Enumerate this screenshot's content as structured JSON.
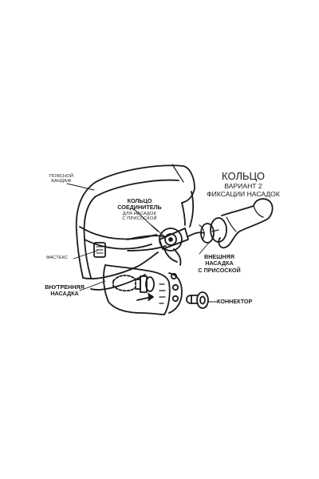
{
  "title": {
    "line1": "КОЛЬЦО",
    "line2": "ВАРИАНТ 2",
    "line3": "ФИКСАЦИИ НАСАДОК"
  },
  "labels": {
    "waist_band": [
      "ПОЯСНОЙ",
      "БАНДАЖ"
    ],
    "ring_connector": [
      "КОЛЬЦО",
      "СОЕДИНИТЕЛЬ"
    ],
    "ring_note": [
      "ДЛЯ НАСАДОК",
      "С ПРИСОСКОЙ"
    ],
    "fastex": "ФАСТЕКС",
    "inner_attachment": [
      "ВНУТРЕННЯЯ",
      "НАСАДКА"
    ],
    "outer_attachment": [
      "ВНЕШНЯЯ",
      "НАСАДКА",
      "С ПРИСОСКОЙ"
    ],
    "connector": "КОННЕКТОР"
  },
  "colors": {
    "stroke": "#1a1a1a",
    "fill": "#ffffff"
  },
  "icons": [
    "harness-drawing",
    "ring-connector-icon",
    "dildo-icon",
    "suction-cup-icon",
    "connector-plug-icon",
    "inner-plug-icon",
    "arrow-icon"
  ]
}
